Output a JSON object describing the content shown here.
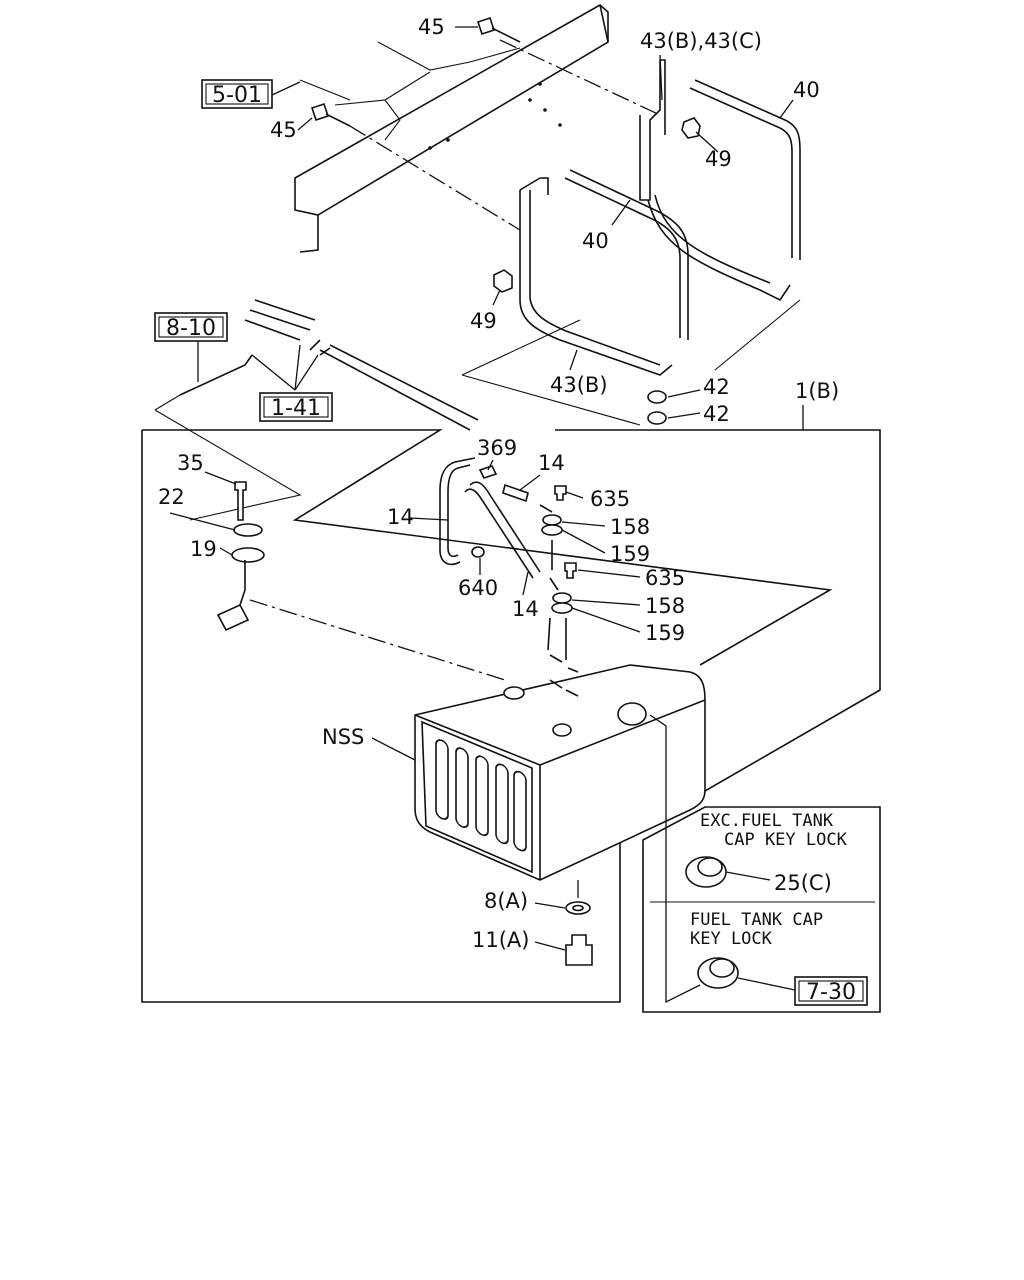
{
  "refs": {
    "r501": "5-01",
    "r810": "8-10",
    "r141": "1-41",
    "r730": "7-30"
  },
  "labels": {
    "p45a": "45",
    "p45b": "45",
    "p43bc": "43(B),43(C)",
    "p40a": "40",
    "p40b": "40",
    "p49a": "49",
    "p49b": "49",
    "p43b": "43(B)",
    "p42a": "42",
    "p42b": "42",
    "p1b": "1(B)",
    "p369": "369",
    "p14a": "14",
    "p14b": "14",
    "p14c": "14",
    "p635a": "635",
    "p635b": "635",
    "p158a": "158",
    "p158b": "158",
    "p159a": "159",
    "p159b": "159",
    "p640": "640",
    "p35": "35",
    "p22": "22",
    "p19": "19",
    "nss": "NSS",
    "p8a": "8(A)",
    "p11a": "11(A)",
    "p25c": "25(C)"
  },
  "notes": {
    "exc_line1": "EXC.FUEL TANK",
    "exc_line2": "CAP KEY LOCK",
    "key_line1": "FUEL TANK CAP",
    "key_line2": "KEY LOCK"
  }
}
